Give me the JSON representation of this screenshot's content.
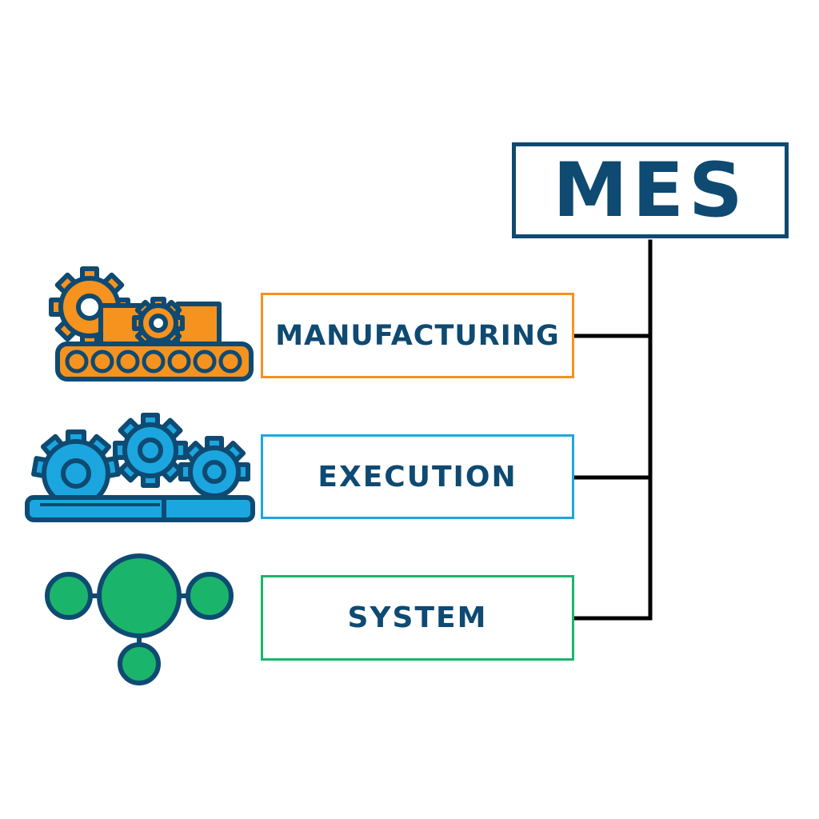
{
  "diagram": {
    "title": "MES",
    "items": [
      {
        "label": "MANUFACTURING",
        "color": "#f6921e",
        "icon": "conveyor-gears-icon"
      },
      {
        "label": "EXECUTION",
        "color": "#1ca6df",
        "icon": "gears-icon"
      },
      {
        "label": "SYSTEM",
        "color": "#1ab56b",
        "icon": "network-nodes-icon"
      }
    ],
    "colors": {
      "outline": "#0e4a72",
      "connector": "#000000"
    }
  }
}
